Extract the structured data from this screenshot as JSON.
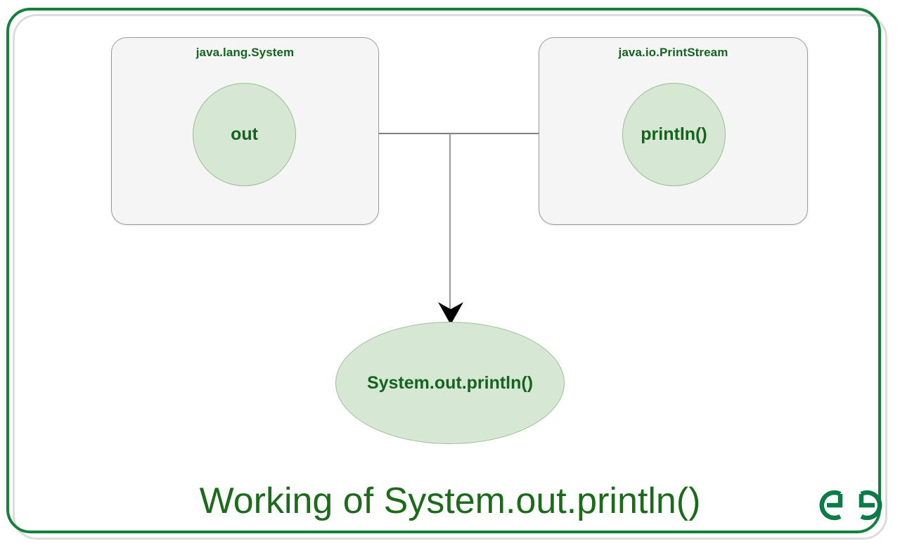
{
  "diagram": {
    "caption": "Working of System.out.println()",
    "accent_color": "#15803d",
    "text_color": "#14631f",
    "node_fill": "#d6e8d4",
    "node_stroke": "#98c08e",
    "box_fill": "#f5f5f5",
    "box_stroke": "#9b9b9b",
    "edge_color": "#808080",
    "boxes": [
      {
        "id": "java-lang-system",
        "title": "java.lang.System",
        "member": "out"
      },
      {
        "id": "java-io-printstream",
        "title": "java.io.PrintStream",
        "member": "println()"
      }
    ],
    "result": {
      "label": "System.out.println()"
    },
    "edges": [
      {
        "from": "java-lang-system",
        "to": "java-io-printstream",
        "kind": "line"
      },
      {
        "from": "junction",
        "to": "result",
        "kind": "arrow"
      }
    ],
    "logo": {
      "name": "geeksforgeeks-logo",
      "text": "ÐG",
      "color": "#0d7a4a"
    }
  }
}
